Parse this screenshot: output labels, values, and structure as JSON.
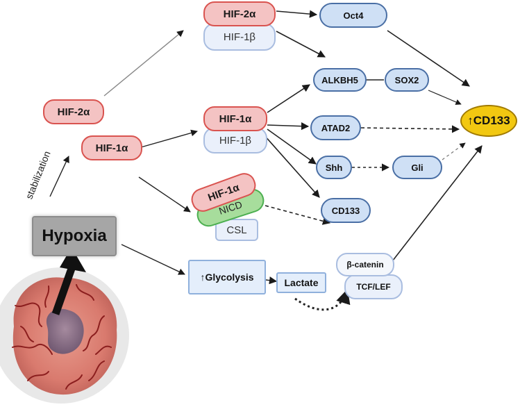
{
  "nodes": {
    "hif2a_top": "HIF-2α",
    "hif1b_top": "HIF-1β",
    "oct4": "Oct4",
    "hif2a_left": "HIF-2α",
    "hif1a_left": "HIF-1α",
    "hif1a_mid": "HIF-1α",
    "hif1b_mid": "HIF-1β",
    "alkbh5": "ALKBH5",
    "sox2": "SOX2",
    "atad2": "ATAD2",
    "shh": "Shh",
    "gli": "Gli",
    "hif1a_complex": "HIF-1α",
    "nicd": "NICD",
    "csl": "CSL",
    "cd133": "CD133",
    "cd133_up": "↑CD133",
    "hypoxia": "Hypoxia",
    "glycolysis": "↑Glycolysis",
    "lactate": "Lactate",
    "beta_catenin": "β-catenin",
    "tcf_lef": "TCF/LEF"
  },
  "labels": {
    "stabilization": "stabilization"
  },
  "colors": {
    "hif_alpha": "#f4c3c3",
    "hif_beta": "#eaf0fb",
    "target_gene": "#cfe0f5",
    "nicd": "#a7dd9c",
    "cd133_up": "#f2c811",
    "hypoxia": "#a6a6a6",
    "tumor": "#d97a6e"
  }
}
